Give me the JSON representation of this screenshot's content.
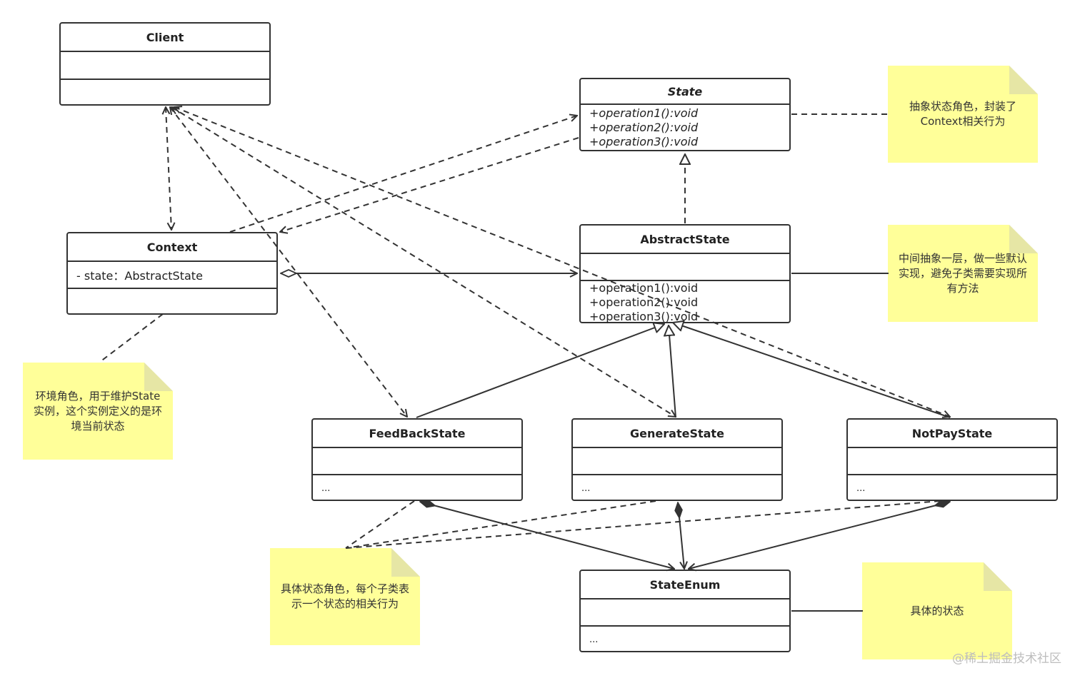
{
  "classes": {
    "client": {
      "name": "Client"
    },
    "state": {
      "name": "State",
      "ops": [
        "+operation1():void",
        "+operation2():void",
        "+operation3():void"
      ]
    },
    "context": {
      "name": "Context",
      "attr": "- state：AbstractState"
    },
    "abstract_state": {
      "name": "AbstractState",
      "ops": [
        "+operation1():void",
        "+operation2():void",
        "+operation3():void"
      ]
    },
    "feedback_state": {
      "name": "FeedBackState",
      "more": "..."
    },
    "generate_state": {
      "name": "GenerateState",
      "more": "..."
    },
    "notpay_state": {
      "name": "NotPayState",
      "more": "..."
    },
    "state_enum": {
      "name": "StateEnum",
      "more": "..."
    }
  },
  "notes": {
    "state_note": "抽象状态角色，封装了Context相关行为",
    "abstract_note": "中间抽象一层，做一些默认实现，避免子类需要实现所有方法",
    "context_note": "环境角色，用于维护State实例，这个实例定义的是环境当前状态",
    "concrete_note": "具体状态角色，每个子类表示一个状态的相关行为",
    "enum_note": "具体的状态"
  },
  "watermark": "@稀土掘金技术社区",
  "colors": {
    "note_bg": "#ffff99",
    "stroke": "#333333"
  }
}
